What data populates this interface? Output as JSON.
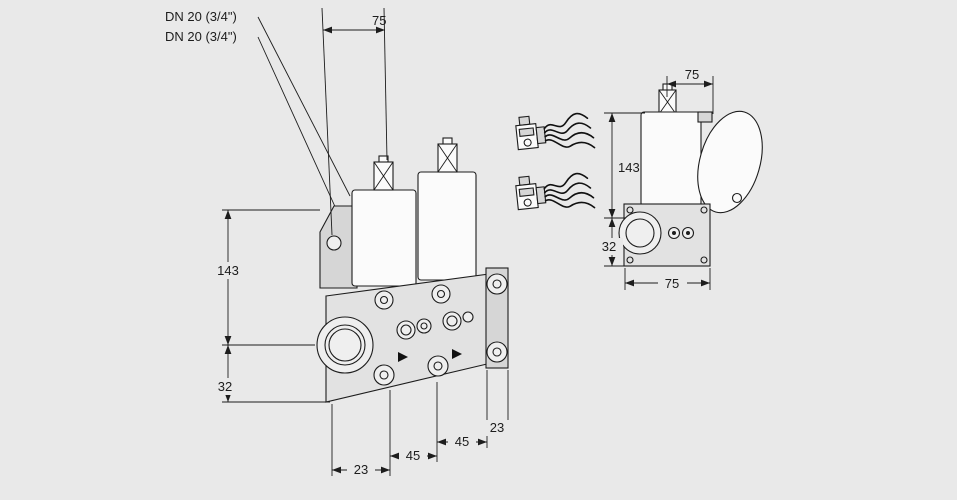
{
  "colors": {
    "background": "#e9e9e9",
    "line": "#1d1d1d"
  },
  "labels": {
    "dn_line1": "DN 20 (3/4\")",
    "dn_line2": "DN 20 (3/4\")"
  },
  "front_view": {
    "dim_top_width": "75",
    "dim_height": "143",
    "dim_axis_to_bottom": "32",
    "dim_bottom_1": "23",
    "dim_bottom_2": "45",
    "dim_bottom_3": "45",
    "dim_bottom_4": "23"
  },
  "side_view": {
    "dim_top_width": "75",
    "dim_height": "143",
    "dim_axis_to_bottom": "32",
    "dim_bottom_width": "75"
  }
}
